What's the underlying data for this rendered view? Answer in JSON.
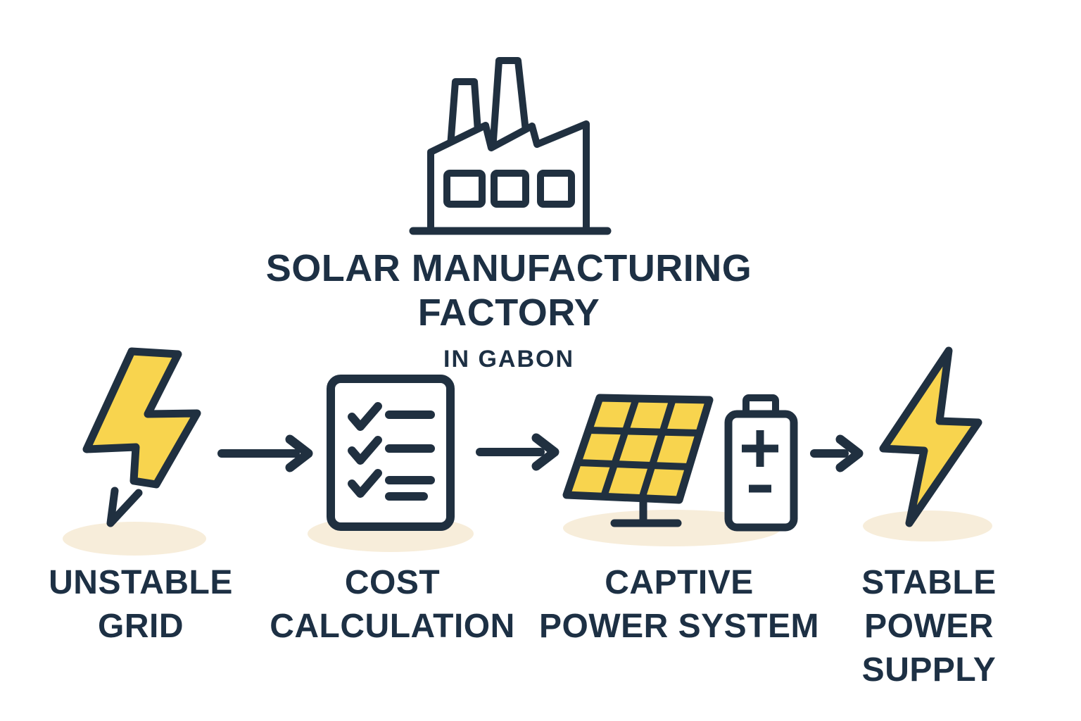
{
  "title": {
    "line1": "SOLAR MANUFACTURING",
    "line2": "FACTORY",
    "subtitle": "IN GABON",
    "icon": "factory-icon"
  },
  "steps": [
    {
      "id": "unstable-grid",
      "icon": "broken-lightning-bolt-icon",
      "label_lines": [
        "UNSTABLE",
        "GRID"
      ]
    },
    {
      "id": "cost-calculation",
      "icon": "checklist-icon",
      "label_lines": [
        "COST",
        "CALCULATION"
      ]
    },
    {
      "id": "captive-power-system",
      "icon": "solar-panel-battery-icon",
      "label_lines": [
        "CAPTIVE",
        "POWER SYSTEM"
      ]
    },
    {
      "id": "stable-power-supply",
      "icon": "lightning-bolt-icon",
      "label_lines": [
        "STABLE",
        "POWER",
        "SUPPLY"
      ]
    }
  ],
  "connectors": [
    "arrow-right-icon",
    "arrow-right-icon",
    "arrow-right-icon"
  ],
  "battery_symbols": {
    "positive": "plus-sign",
    "negative": "minus-sign"
  },
  "colors": {
    "navy": "#203040",
    "text": "#1d3044",
    "yellow": "#f8d44e",
    "shadow_beige": "#f7edda",
    "background": "#ffffff"
  }
}
